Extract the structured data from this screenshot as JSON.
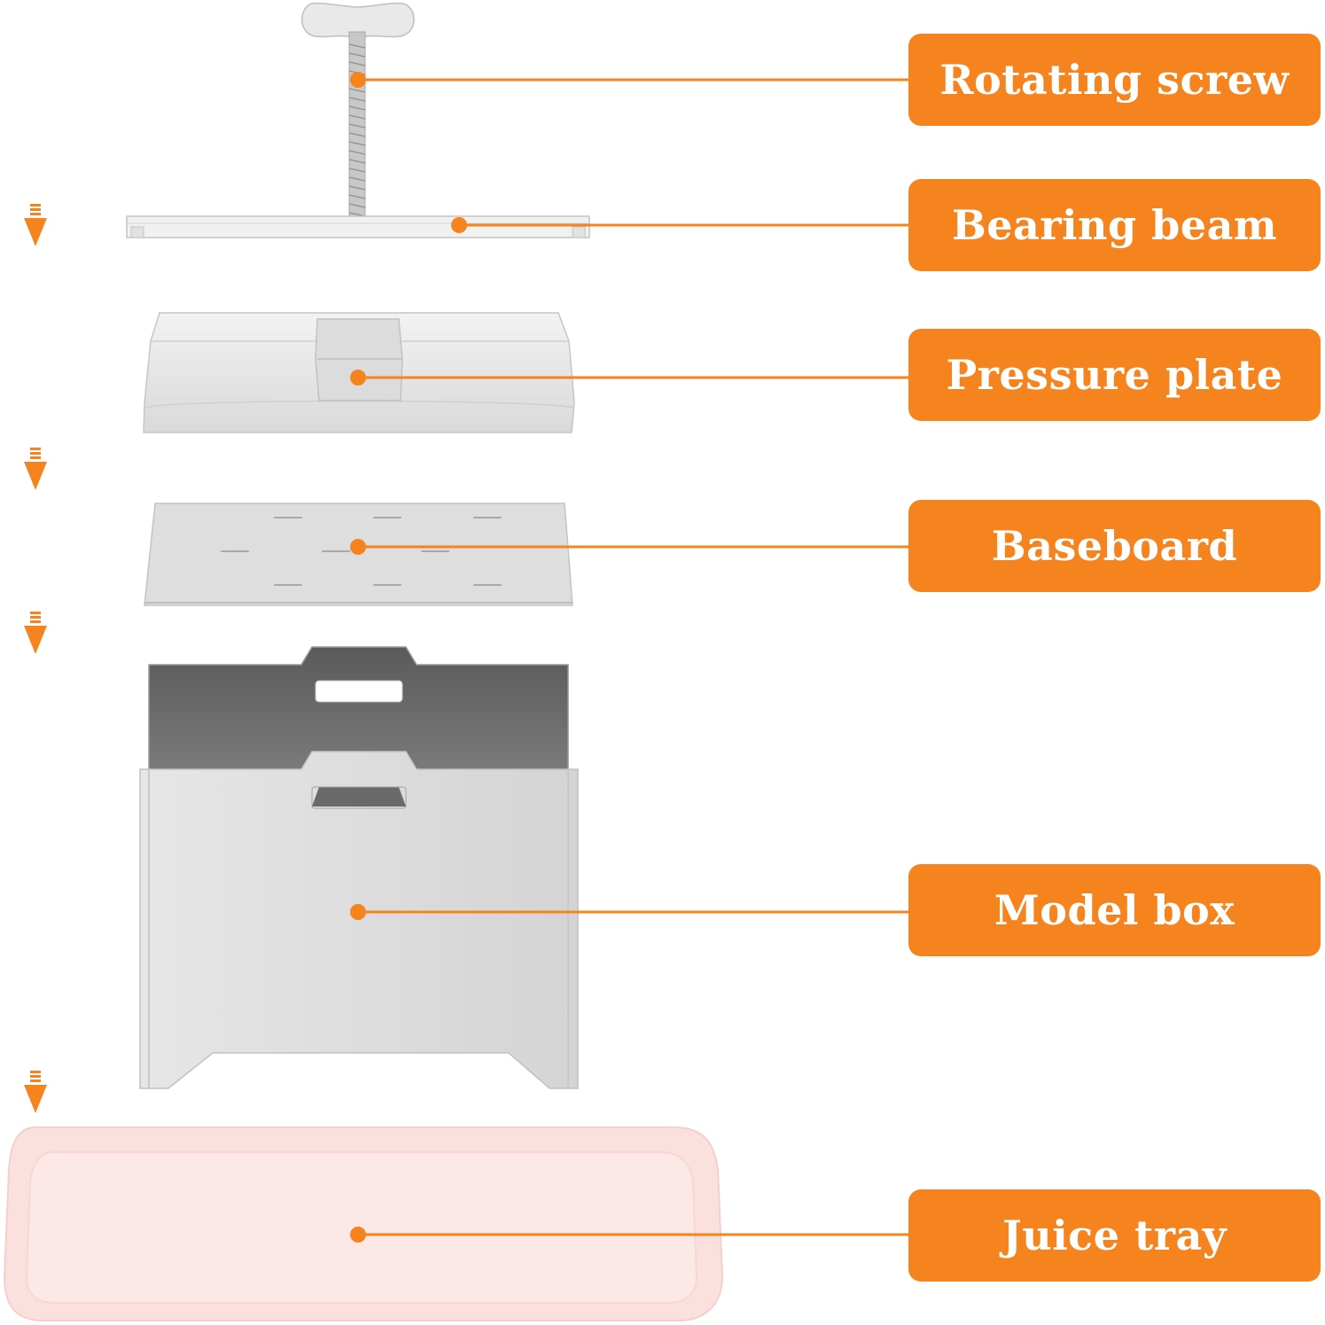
{
  "accent_color": "#f5841f",
  "parts": [
    {
      "id": "rotating-screw",
      "label": "Rotating screw"
    },
    {
      "id": "bearing-beam",
      "label": "Bearing beam"
    },
    {
      "id": "pressure-plate",
      "label": "Pressure plate"
    },
    {
      "id": "baseboard",
      "label": "Baseboard"
    },
    {
      "id": "model-box",
      "label": "Model box"
    },
    {
      "id": "juice-tray",
      "label": "Juice tray"
    }
  ],
  "icons": [
    "down-arrow-icon"
  ]
}
